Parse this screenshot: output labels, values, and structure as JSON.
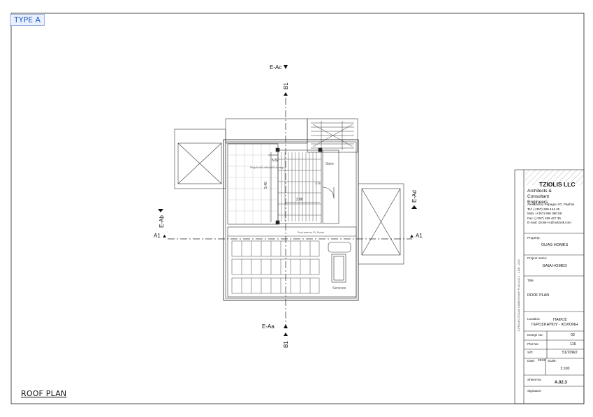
{
  "sheet": {
    "type_tag": "TYPE A",
    "plan_title": "ROOF PLAN"
  },
  "section_marks": {
    "ac": "E-Ac",
    "aa": "E-Aa",
    "ab": "E-Ab",
    "ad": "E-Ad",
    "a1": "A1",
    "b1": "B1"
  },
  "plan_labels": {
    "pergola": "Pergola with retractable awnings",
    "store": "Store",
    "services": "Services",
    "pv_area": "Roof area for PV Ssolar",
    "dim_top": "5.82",
    "dim_side": "5.40",
    "dim_mid": "2.00",
    "dim_small": "1.76"
  },
  "title_block": {
    "company": "TZIOLIS LLC",
    "subtitle": "Architects & Consultant Engineers",
    "address": "Alexandrou Papagou 57, Paphos",
    "tel": "Tel:   (+357) 269 444 45",
    "mob": "Mob:  (+357) 996 080 09",
    "fax": "Fax:   (+357) 269 427 35",
    "email": "E-mail:  tziolis-l-c@outlook.com",
    "property_label": "Property:",
    "property": "OLIAS HOMES",
    "project_label": "Project name:",
    "project": "GAIA HOMES",
    "title_label": "Title:",
    "title": "ROOF PLAN",
    "location_label": "Location:",
    "location_1": "ΠΑΦΟΣ",
    "location_2": "ΓΕΡΟΣΚΗΠΟΥ - ΚΟΛΟΝΗ",
    "design_no_label": "Design No:",
    "design_no": "02",
    "plot_no_label": "Plot No:",
    "plot_no": "116",
    "sp_label": "S/P:",
    "sp": "51/20W2",
    "date_label": "Date:",
    "date": "2023",
    "scale_label": "Scale:",
    "scale": "1:100",
    "sheet_no_label": "Sheet No:",
    "sheet_no": "A.02.3",
    "signature_label": "Signature"
  },
  "file_path": "Z:\\PROJECTS\\GAIA HOMES\\ROOF PLAN A.02.3 - 1:100 - 2023"
}
